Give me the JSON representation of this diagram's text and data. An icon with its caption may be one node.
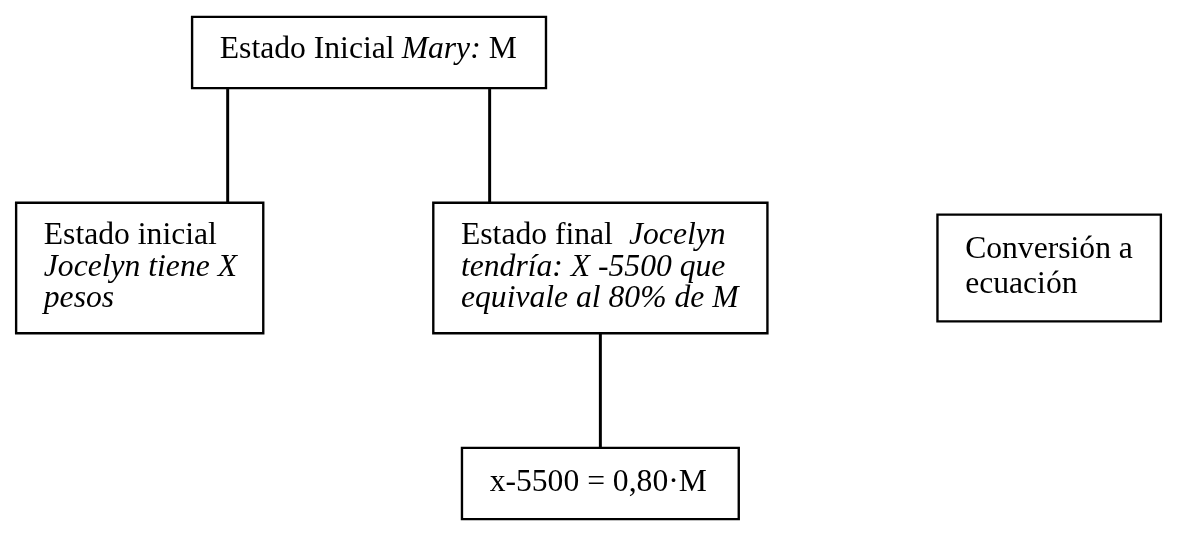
{
  "diagram": {
    "nodes": [
      {
        "text": [
          "Estado Inicial *Mary:* M"
        ]
      },
      {
        "text": [
          "Estado inicial *Jocelyn tiene X pesos*"
        ]
      },
      {
        "text": [
          "Estado final  *Jocelyn tendría: X -5500 que equivale al 80% de M*"
        ]
      },
      {
        "text": [
          "x-5500 = 0,80·M"
        ]
      },
      {
        "text": [
          "Conversión a ecuación"
        ]
      }
    ],
    "edges": [
      {
        "from": 0,
        "to": 1,
        "arrow": "none"
      },
      {
        "from": 0,
        "to": 2,
        "arrow": "none"
      },
      {
        "from": 2,
        "to": 3,
        "arrow": "none"
      }
    ]
  }
}
